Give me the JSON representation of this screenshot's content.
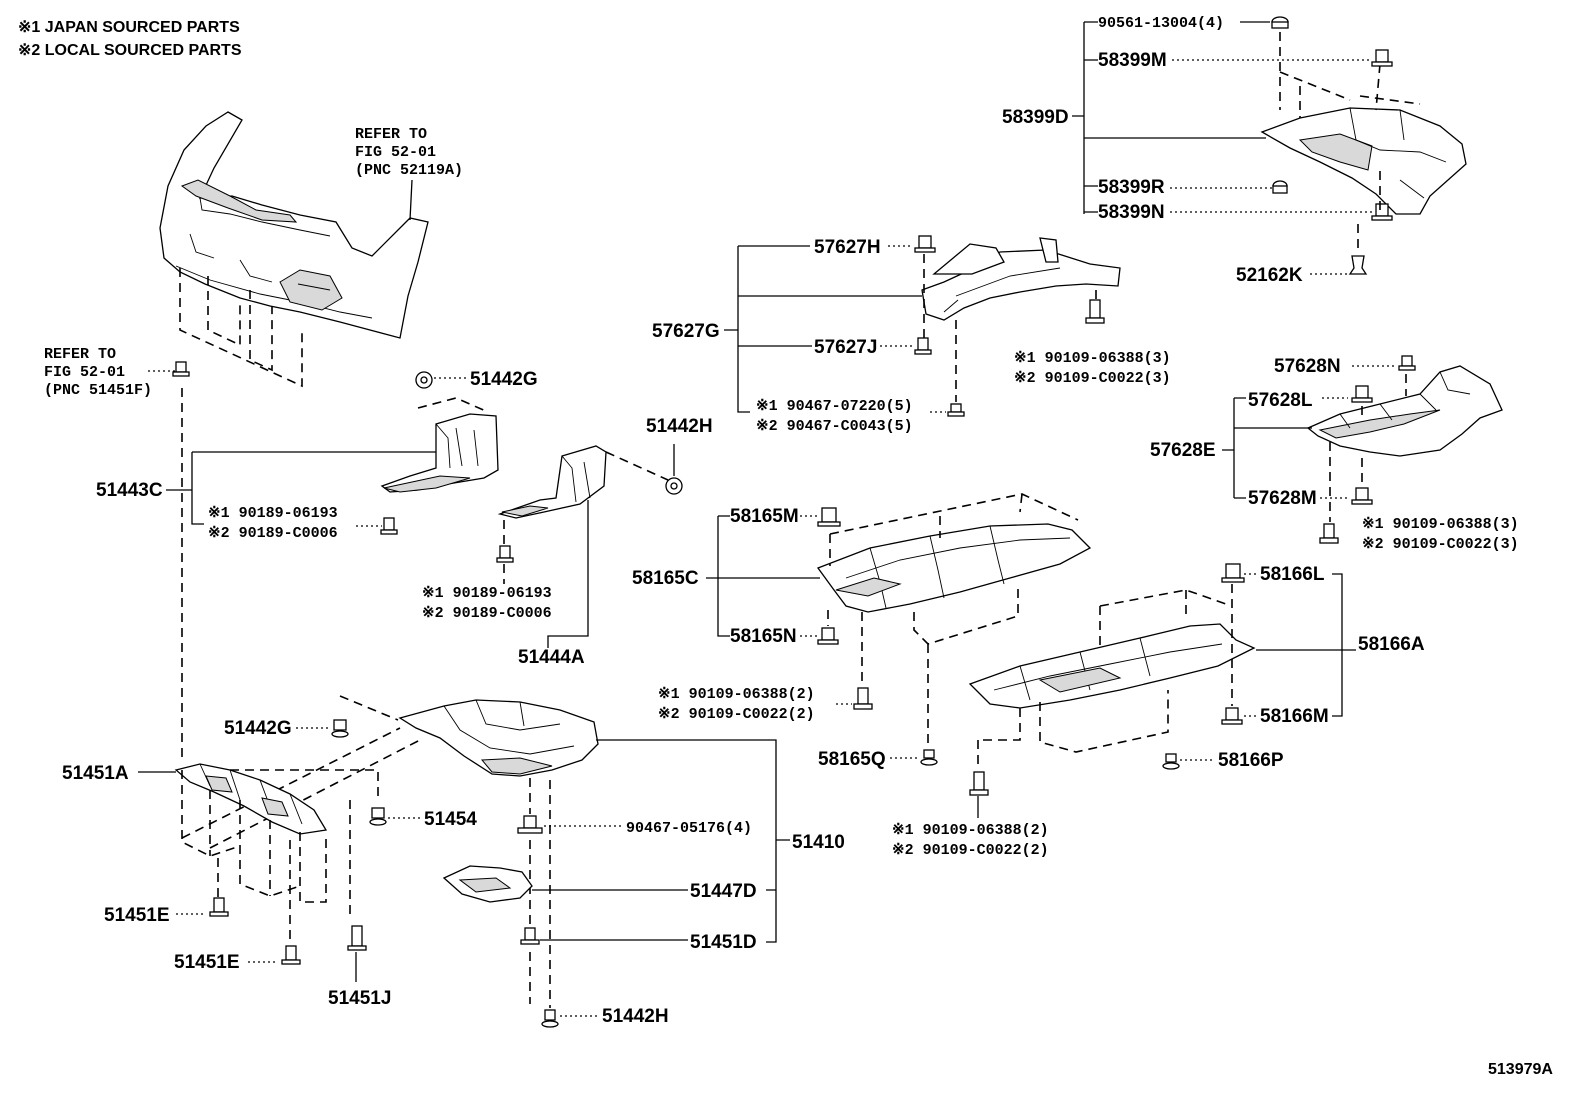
{
  "legend": [
    "※1 JAPAN SOURCED PARTS",
    "※2 LOCAL SOURCED PARTS"
  ],
  "refer_bumper": [
    "REFER TO",
    "FIG 52-01",
    "(PNC 52119A)"
  ],
  "refer_bracket": [
    "REFER TO",
    "FIG 52-01",
    "(PNC 51451F)"
  ],
  "figure_id": "513979A",
  "labels": {
    "p_90561": "90561-13004(4)",
    "p_58399M": "58399M",
    "p_58399D": "58399D",
    "p_58399R": "58399R",
    "p_58399N": "58399N",
    "p_52162K": "52162K",
    "p_57627H": "57627H",
    "p_57627G": "57627G",
    "p_57627J": "57627J",
    "p_57627_b1": "※1 90467-07220(5)",
    "p_57627_b2": "※2 90467-C0043(5)",
    "p_57627_c1": "※1 90109-06388(3)",
    "p_57627_c2": "※2 90109-C0022(3)",
    "p_57628N": "57628N",
    "p_57628L": "57628L",
    "p_57628E": "57628E",
    "p_57628M": "57628M",
    "p_57628_c1": "※1 90109-06388(3)",
    "p_57628_c2": "※2 90109-C0022(3)",
    "p_51442G_top": "51442G",
    "p_51443C": "51443C",
    "p_51443_b1": "※1 90189-06193",
    "p_51443_b2": "※2 90189-C0006",
    "p_51442H_top": "51442H",
    "p_51444_b1": "※1 90189-06193",
    "p_51444_b2": "※2 90189-C0006",
    "p_51444A": "51444A",
    "p_58165M": "58165M",
    "p_58165C": "58165C",
    "p_58165N": "58165N",
    "p_58165_b1": "※1 90109-06388(2)",
    "p_58165_b2": "※2 90109-C0022(2)",
    "p_58165Q": "58165Q",
    "p_58166L": "58166L",
    "p_58166A": "58166A",
    "p_58166M": "58166M",
    "p_58166P": "58166P",
    "p_58166_b1": "※1 90109-06388(2)",
    "p_58166_b2": "※2 90109-C0022(2)",
    "p_51442G_low": "51442G",
    "p_51451A": "51451A",
    "p_51454": "51454",
    "p_90467": "90467-05176(4)",
    "p_51410": "51410",
    "p_51447D": "51447D",
    "p_51451D": "51451D",
    "p_51451E_a": "51451E",
    "p_51451E_b": "51451E",
    "p_51451J": "51451J",
    "p_51442H_low": "51442H"
  }
}
